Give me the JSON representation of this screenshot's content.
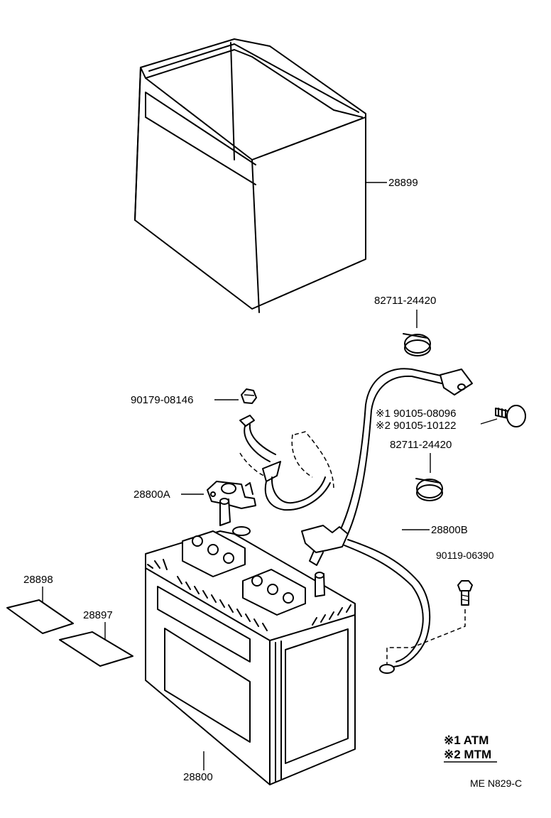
{
  "diagram": {
    "parts": {
      "battery_case": "28899",
      "hold_down_clamp": "82711-24420",
      "nut": "90179-08146",
      "bolt_atm": "※1  90105-08096",
      "bolt_mtm": "※2  90105-10122",
      "clamp_lower": "82711-24420",
      "terminal": "28800A",
      "negative_cable": "28800B",
      "ground_bolt": "90119-06390",
      "label_1": "28898",
      "label_2": "28897",
      "battery": "28800"
    },
    "legend": {
      "atm": "※1 ATM",
      "mtm": "※2 MTM"
    },
    "footer_code": "ME  N829-C"
  }
}
